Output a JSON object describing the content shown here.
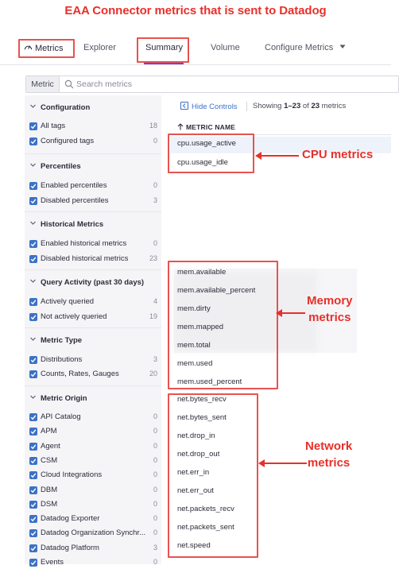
{
  "header_title": "EAA Connector metrics that is sent to Datadog",
  "nav": {
    "metrics_label": "Metrics",
    "explorer_label": "Explorer",
    "summary_label": "Summary",
    "volume_label": "Volume",
    "configure_label": "Configure Metrics"
  },
  "search": {
    "tag": "Metric",
    "placeholder": "Search metrics"
  },
  "sidebar": {
    "sections": [
      {
        "title": "Configuration",
        "items": [
          {
            "label": "All tags",
            "count": "18"
          },
          {
            "label": "Configured tags",
            "count": "0"
          }
        ]
      },
      {
        "title": "Percentiles",
        "items": [
          {
            "label": "Enabled percentiles",
            "count": "0"
          },
          {
            "label": "Disabled percentiles",
            "count": "3"
          }
        ]
      },
      {
        "title": "Historical Metrics",
        "items": [
          {
            "label": "Enabled historical metrics",
            "count": "0"
          },
          {
            "label": "Disabled historical metrics",
            "count": "23"
          }
        ]
      },
      {
        "title": "Query Activity (past 30 days)",
        "items": [
          {
            "label": "Actively queried",
            "count": "4"
          },
          {
            "label": "Not actively queried",
            "count": "19"
          }
        ]
      },
      {
        "title": "Metric Type",
        "items": [
          {
            "label": "Distributions",
            "count": "3"
          },
          {
            "label": "Counts, Rates, Gauges",
            "count": "20"
          }
        ]
      },
      {
        "title": "Metric Origin",
        "items": [
          {
            "label": "API Catalog",
            "count": "0"
          },
          {
            "label": "APM",
            "count": "0"
          },
          {
            "label": "Agent",
            "count": "0"
          },
          {
            "label": "CSM",
            "count": "0"
          },
          {
            "label": "Cloud Integrations",
            "count": "0"
          },
          {
            "label": "DBM",
            "count": "0"
          },
          {
            "label": "DSM",
            "count": "0"
          },
          {
            "label": "Datadog Exporter",
            "count": "0"
          },
          {
            "label": "Datadog Organization Synchr...",
            "count": "0"
          },
          {
            "label": "Datadog Platform",
            "count": "3"
          },
          {
            "label": "Events",
            "count": "0"
          }
        ]
      }
    ]
  },
  "main": {
    "hide_controls": "Hide Controls",
    "showing_prefix": "Showing ",
    "showing_range": "1–23",
    "showing_of": " of ",
    "showing_total": "23",
    "showing_suffix": " metrics",
    "column_header": "METRIC NAME",
    "cpu_metrics": [
      "cpu.usage_active",
      "cpu.usage_idle"
    ],
    "mem_metrics": [
      "mem.available",
      "mem.available_percent",
      "mem.dirty",
      "mem.mapped",
      "mem.total",
      "mem.used",
      "mem.used_percent"
    ],
    "net_metrics": [
      "net.bytes_recv",
      "net.bytes_sent",
      "net.drop_in",
      "net.drop_out",
      "net.err_in",
      "net.err_out",
      "net.packets_recv",
      "net.packets_sent",
      "net.speed"
    ]
  },
  "annotations": {
    "cpu": "CPU metrics",
    "memory_line1": "Memory",
    "memory_line2": "metrics",
    "network_line1": "Network",
    "network_line2": "metrics"
  },
  "colors": {
    "annotation_red": "#e8302a",
    "box_red": "#e8524f",
    "checkbox_blue": "#3c72c6",
    "tab_underline": "#7a3fd4"
  }
}
